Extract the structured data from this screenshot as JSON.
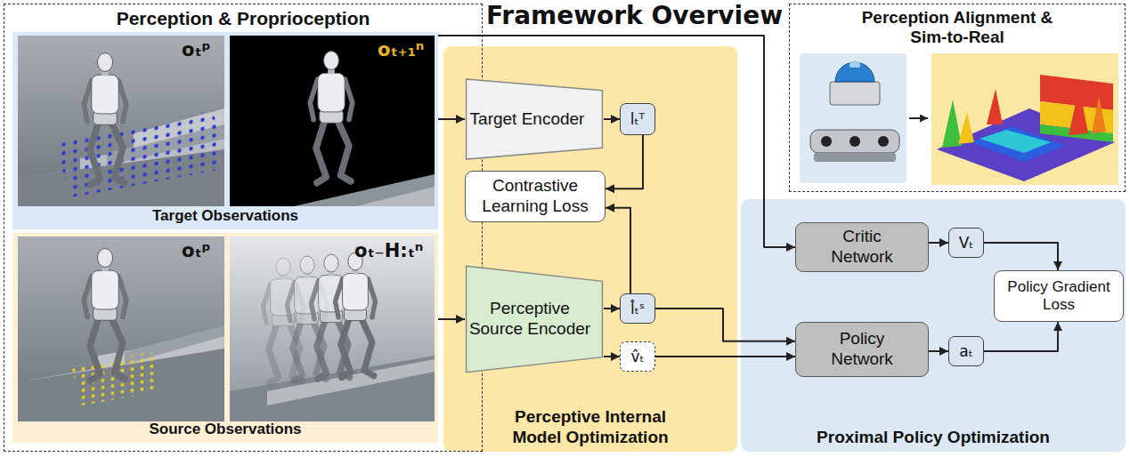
{
  "diagram": {
    "title": "Framework Overview",
    "nodes": [
      {
        "text": [
          "Perception & Proprioception"
        ]
      },
      {
        "text": [
          "Target Observations"
        ],
        "in": 0
      },
      {
        "text": [
          "Source Observations"
        ],
        "in": 0
      },
      {
        "text": [
          "Perceptive Internal Model Optimization"
        ]
      },
      {
        "text": [
          "Target Encoder"
        ],
        "in": 3
      },
      {
        "text": [
          "lₜᵀ"
        ],
        "in": 3
      },
      {
        "text": [
          "Contrastive Learning Loss"
        ],
        "in": 3
      },
      {
        "text": [
          "Perceptive Source Encoder"
        ],
        "in": 3
      },
      {
        "text": [
          "l̂ₜˢ"
        ],
        "in": 3
      },
      {
        "text": [
          "v̂ₜ"
        ],
        "in": 3
      },
      {
        "text": [
          "Perception Alignment & Sim-to-Real"
        ]
      },
      {
        "text": [
          "Proximal Policy Optimization"
        ]
      },
      {
        "text": [
          "Critic Network"
        ],
        "in": 11
      },
      {
        "text": [
          "Vₜ"
        ],
        "in": 11
      },
      {
        "text": [
          "Policy Gradient Loss"
        ],
        "in": 11
      },
      {
        "text": [
          "Policy Network"
        ],
        "in": 11
      },
      {
        "text": [
          "aₜ"
        ],
        "in": 11
      }
    ],
    "edges": [
      {
        "from": 1,
        "to": 4,
        "arrow": "to"
      },
      {
        "from": 1,
        "to": 12,
        "arrow": "to"
      },
      {
        "from": 4,
        "to": 5,
        "arrow": "to"
      },
      {
        "from": 5,
        "to": 6,
        "arrow": "to"
      },
      {
        "from": 8,
        "to": 6,
        "arrow": "to"
      },
      {
        "from": 2,
        "to": 7,
        "arrow": "to"
      },
      {
        "from": 7,
        "to": 8,
        "arrow": "to"
      },
      {
        "from": 7,
        "to": 9,
        "arrow": "to"
      },
      {
        "from": 8,
        "to": 15,
        "arrow": "to"
      },
      {
        "from": 9,
        "to": 15,
        "arrow": "to"
      },
      {
        "from": 12,
        "to": 13,
        "arrow": "to"
      },
      {
        "from": 15,
        "to": 16,
        "arrow": "to"
      },
      {
        "from": 13,
        "to": 14,
        "arrow": "to"
      },
      {
        "from": 16,
        "to": 14,
        "arrow": "to"
      }
    ],
    "labels": [
      "oₜᵖ",
      "oₜ₊₁ⁿ",
      "oₜᵖ",
      "oₜ₋H:ₜⁿ"
    ]
  }
}
